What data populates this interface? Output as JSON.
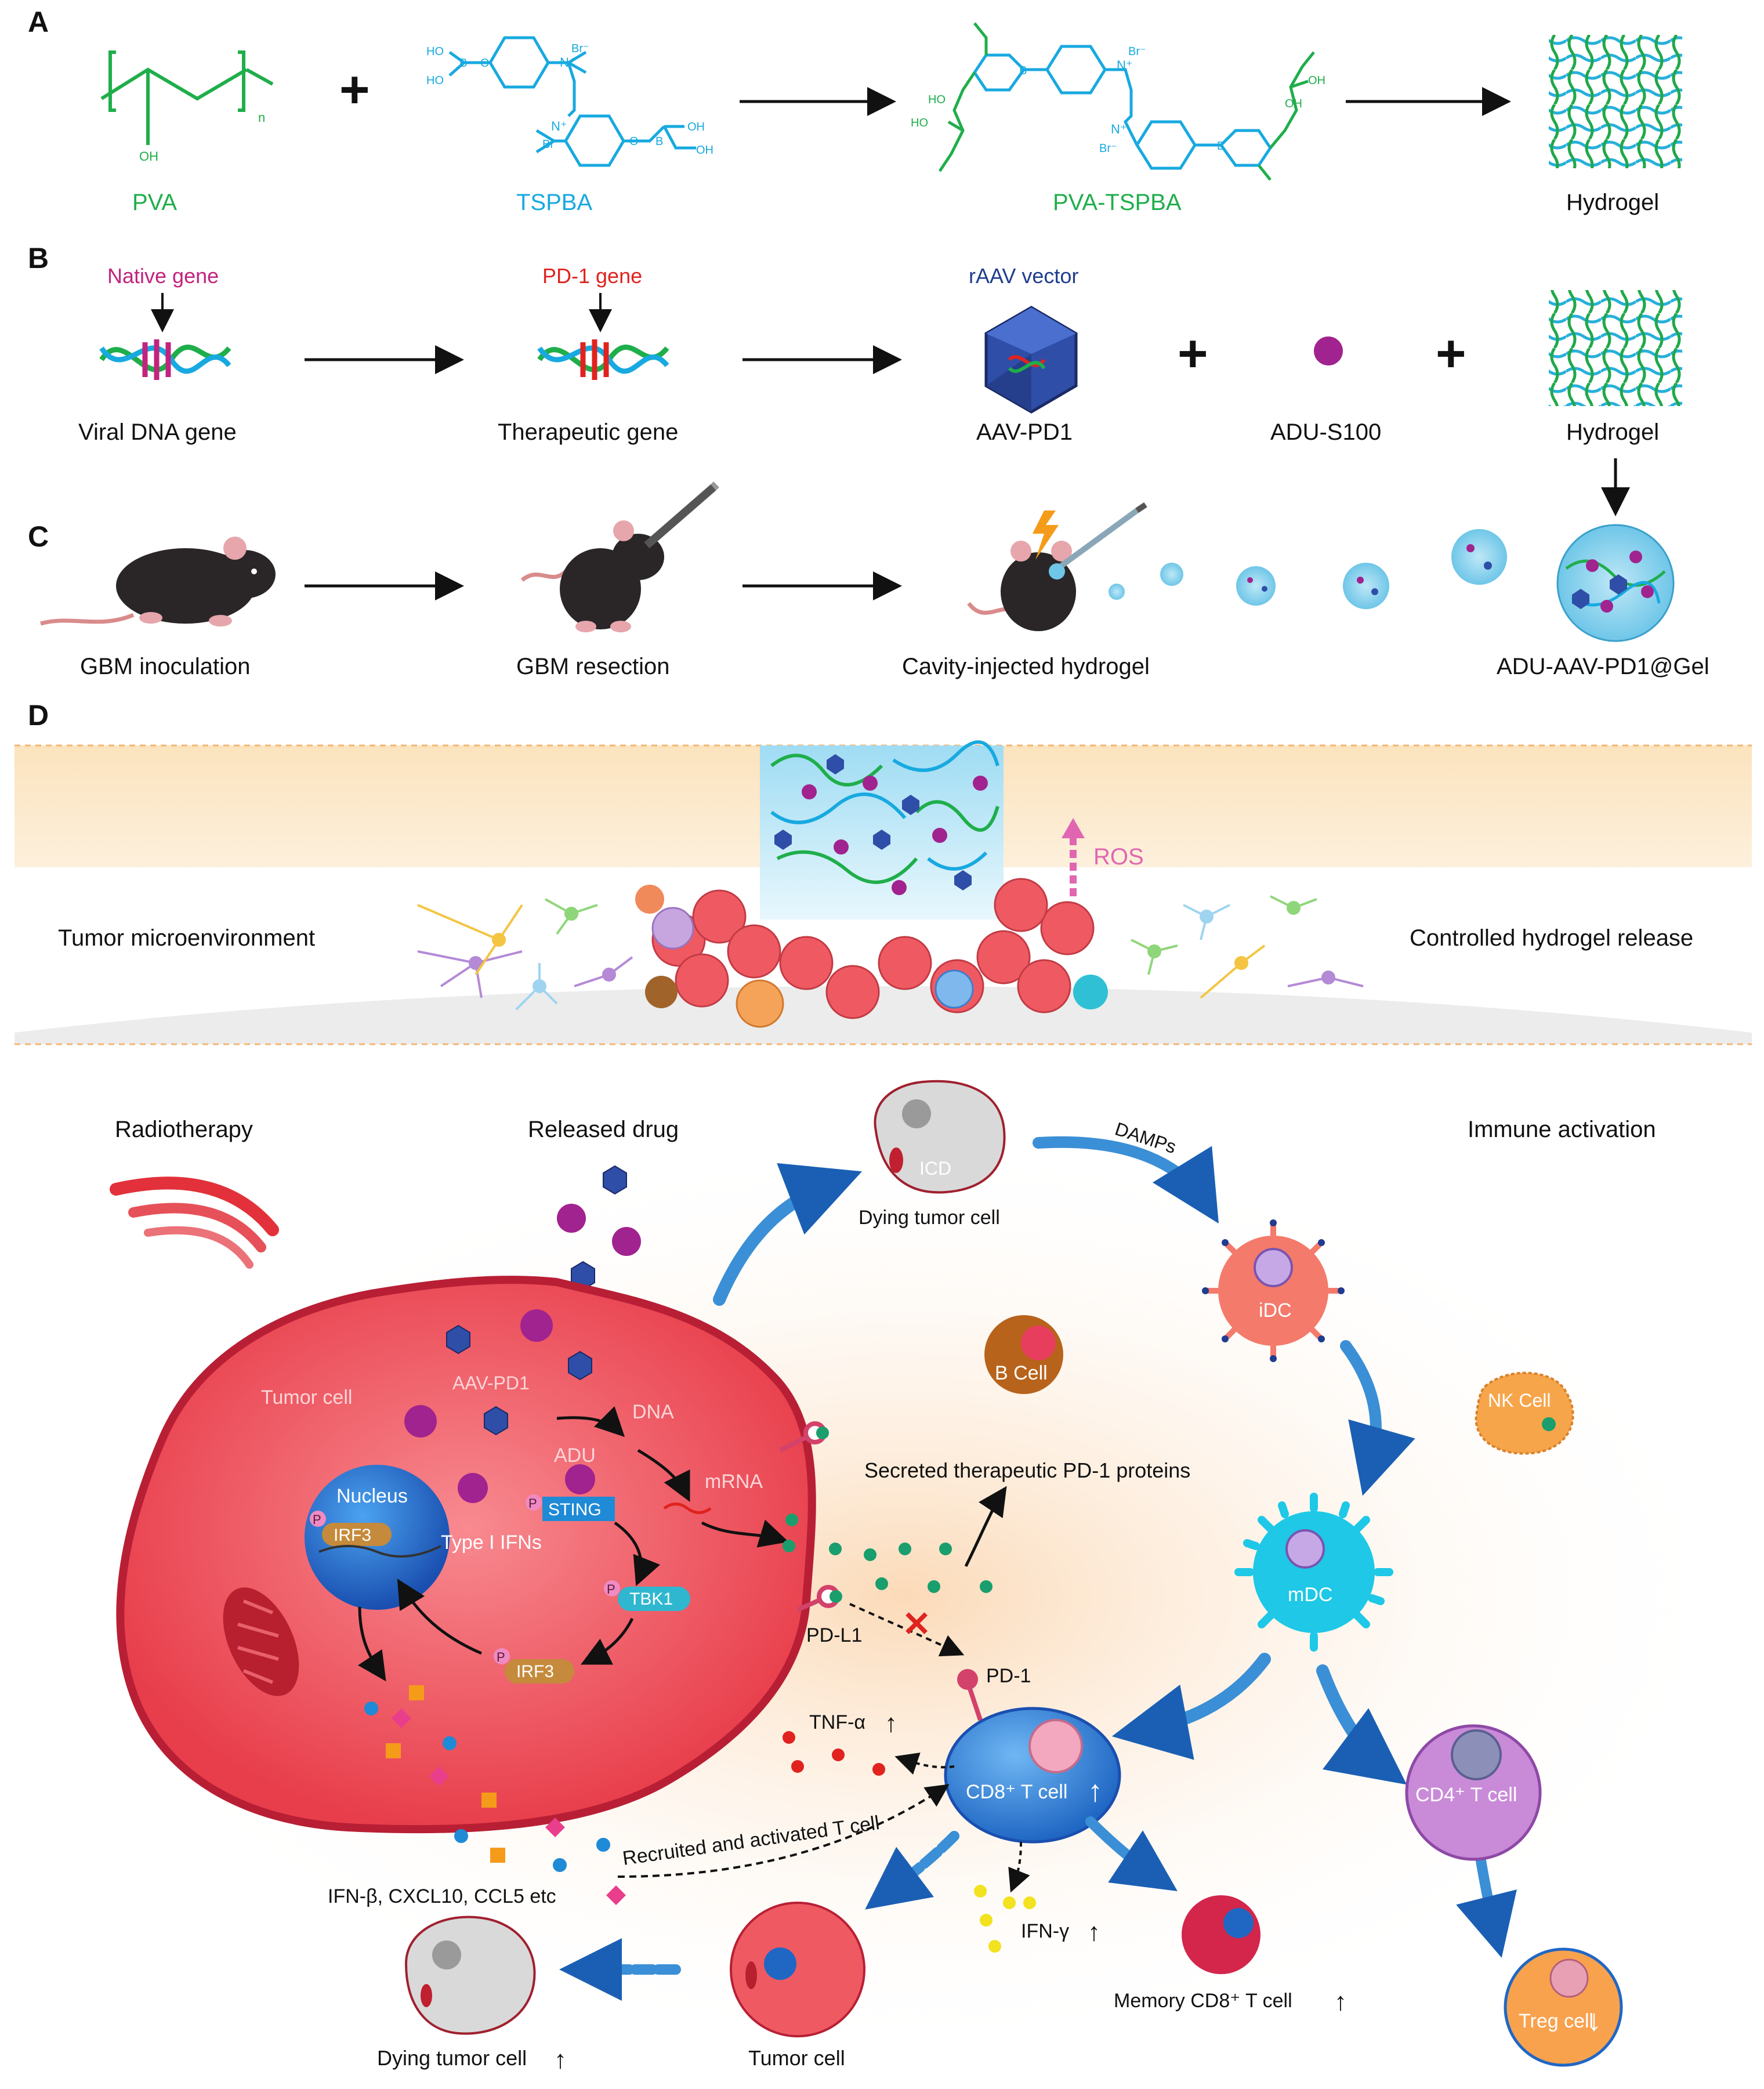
{
  "panels": {
    "a": "A",
    "b": "B",
    "c": "C",
    "d": "D"
  },
  "panel_a": {
    "pva": "PVA",
    "tspba": "TSPBA",
    "pva_tspba": "PVA-TSPBA",
    "hydrogel": "Hydrogel",
    "plus": "+",
    "n_sub": "n",
    "oh": "OH",
    "ho": "HO",
    "br": "Br⁻",
    "n_plus": "N⁺",
    "o": "O",
    "b": "B",
    "colors": {
      "pva": "#1fae4b",
      "tspba": "#18a9e0",
      "pva_tspba": "#1fae4b"
    }
  },
  "panel_b": {
    "native_gene": "Native gene",
    "pd1_gene": "PD-1 gene",
    "raav_vector": "rAAV vector",
    "viral_dna": "Viral DNA gene",
    "therapeutic_gene": "Therapeutic gene",
    "aav_pd1": "AAV-PD1",
    "adu": "ADU-S100",
    "hydrogel": "Hydrogel",
    "plus": "+",
    "colors": {
      "native_gene": "#c2237e",
      "pd1_gene": "#e0231f",
      "raav_vector": "#1f3c8f"
    }
  },
  "panel_c": {
    "gbm_inoculation": "GBM inoculation",
    "gbm_resection": "GBM resection",
    "cavity_injected": "Cavity-injected hydrogel",
    "adu_aav_gel": "ADU-AAV-PD1@Gel"
  },
  "panel_d": {
    "ros": "ROS",
    "tumor_microenvironment": "Tumor microenvironment",
    "controlled_release": "Controlled hydrogel release",
    "radiotherapy": "Radiotherapy",
    "released_drug": "Released drug",
    "icd": "ICD",
    "dying_tumor_cell_top": "Dying tumor cell",
    "damps": "DAMPs",
    "immune_activation": "Immune activation",
    "idc": "iDC",
    "b_cell": "B Cell",
    "nk_cell": "NK Cell",
    "mdc": "mDC",
    "tumor_cell": "Tumor cell",
    "aav_pd1": "AAV-PD1",
    "dna": "DNA",
    "adu": "ADU",
    "mrna": "mRNA",
    "nucleus": "Nucleus",
    "irf3": "IRF3",
    "type_i_ifns": "Type I IFNs",
    "sting": "STING",
    "tbk1": "TBK1",
    "p": "P",
    "secreted_pd1": "Secreted therapeutic PD-1 proteins",
    "pd_l1": "PD-L1",
    "pd_1": "PD-1",
    "tnf_alpha": "TNF-α",
    "cd8_t_cell": "CD8⁺ T cell",
    "cd4_t_cell": "CD4⁺ T cell",
    "recruited_t_cell": "Recruited and activated T cell",
    "ifn_cxcl": "IFN-β, CXCL10, CCL5 etc",
    "ifn_gamma": "IFN-γ",
    "memory_cd8": "Memory CD8⁺ T cell",
    "treg_cell": "Treg cell",
    "dying_tumor_cell_bottom": "Dying tumor cell",
    "tumor_cell_bottom": "Tumor cell",
    "arrow_up": "↑",
    "arrow_down": "↓",
    "block_x": "✕",
    "colors": {
      "tumor": "#ef4f58",
      "nucleus": "#1b66c9",
      "sting": "#1f8ad6",
      "tbk1": "#2fb7d0",
      "irf3": "#c58a3b",
      "mdc": "#1ec8e6",
      "idc": "#f26b5e"
    }
  }
}
